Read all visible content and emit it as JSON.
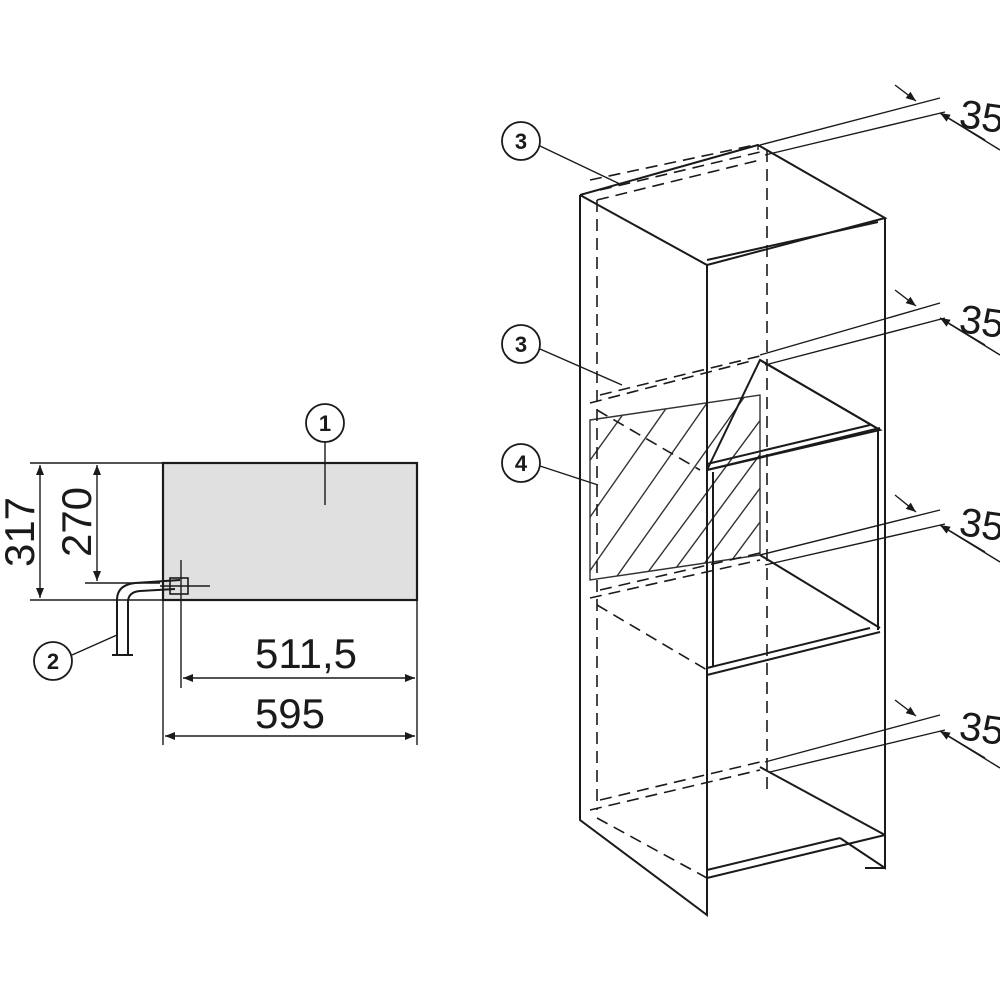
{
  "left_drawing": {
    "callouts": [
      "1",
      "2"
    ],
    "dimensions": {
      "height_total": "317",
      "height_inner": "270",
      "depth_inner": "511,5",
      "width_total": "595"
    },
    "colors": {
      "unit_fill": "#e0e0e0",
      "line": "#1a1a1a"
    }
  },
  "right_drawing": {
    "callouts": [
      "3",
      "3",
      "4"
    ],
    "gap_labels": [
      "35",
      "35",
      "35",
      "35"
    ]
  }
}
